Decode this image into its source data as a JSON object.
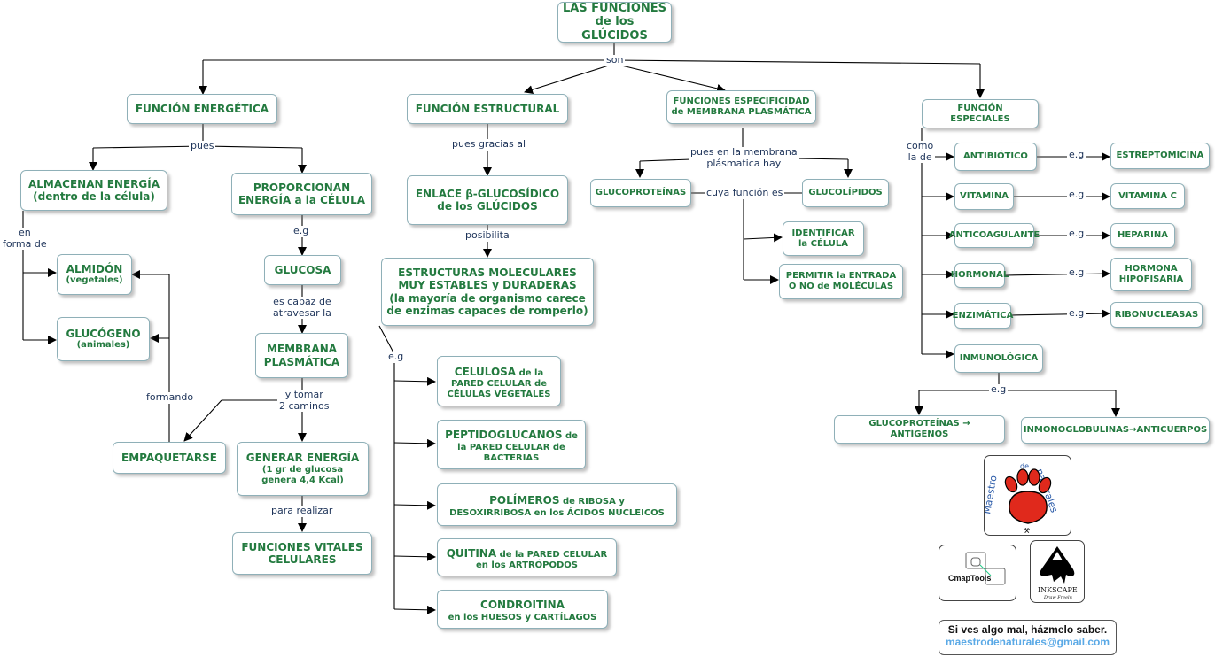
{
  "title": {
    "line1": "LAS FUNCIONES",
    "line2": "de los GLÚCIDOS"
  },
  "branches": {
    "energetica": "FUNCIÓN ENERGÉTICA",
    "estructural": "FUNCIÓN ESTRUCTURAL",
    "membrana": {
      "line1": "FUNCIONES ESPECIFICIDAD",
      "line2": "de MEMBRANA PLASMÁTICA"
    },
    "especiales": "FUNCIÓN ESPECIALES"
  },
  "energetica": {
    "almacenan": {
      "line1": "ALMACENAN ENERGÍA",
      "line2": "(dentro de la célula)"
    },
    "proporcionan": {
      "line1": "PROPORCIONAN",
      "line2": "ENERGÍA a la CÉLULA"
    },
    "almidon": {
      "title": "ALMIDÓN",
      "sub": "(vegetales)"
    },
    "glucogeno": {
      "title": "GLUCÓGENO",
      "sub": "(animales)"
    },
    "glucosa": "GLUCOSA",
    "membrana_plasmatica": {
      "line1": "MEMBRANA",
      "line2": "PLASMÁTICA"
    },
    "empaquetarse": "EMPAQUETARSE",
    "generar": {
      "title": "GENERAR ENERGÍA",
      "sub1": "(1 gr de glucosa",
      "sub2": "genera 4,4 Kcal)"
    },
    "vitales": {
      "line1": "FUNCIONES VITALES",
      "line2": "CELULARES"
    }
  },
  "estructural": {
    "enlace": {
      "line1": "ENLACE β-GLUCOSÍDICO",
      "line2": "de los GLÚCIDOS"
    },
    "estructuras": {
      "line1": "ESTRUCTURAS MOLECULARES",
      "line2": "MUY ESTABLES y DURADERAS",
      "line3": "(la mayoría de organismo carece",
      "line4": "de enzimas capaces de romperlo)"
    },
    "examples": [
      {
        "big1": "CELULOSA",
        "small1": " de la",
        "line2": "PARED CELULAR de",
        "line3": "CÉLULAS VEGETALES"
      },
      {
        "big1": "PEPTIDOGLUCANOS",
        "small1": " de",
        "line2": "la PARED CELULAR de",
        "line3": "BACTERIAS"
      },
      {
        "big1": "POLÍMEROS",
        "small1": " de RIBOSA y",
        "line2": "DESOXIRRIBOSA en los ÁCIDOS NUCLEICOS",
        "line3": ""
      },
      {
        "big1": "QUITINA",
        "small1": " de la PARED CELULAR",
        "line2": "en los ARTRÓPODOS",
        "line3": ""
      },
      {
        "big1": "CONDROITINA",
        "small1": "",
        "line2": "en los HUESOS y CARTÍLAGOS",
        "line3": ""
      }
    ]
  },
  "membrana": {
    "glucoproteinas": "GLUCOPROTEÍNAS",
    "glucolipidos": "GLUCOLÍPIDOS",
    "identificar": {
      "line1": "IDENTIFICAR",
      "line2": "la CÉLULA"
    },
    "permitir": {
      "line1": "PERMITIR la ENTRADA",
      "line2": "O NO de MOLÉCULAS"
    }
  },
  "especiales": {
    "items": [
      {
        "name": "ANTIBIÓTICO",
        "example": "ESTREPTOMICINA"
      },
      {
        "name": "VITAMINA",
        "example": "VITAMINA C"
      },
      {
        "name": "ANTICOAGULANTE",
        "example": "HEPARINA"
      },
      {
        "name": "HORMONAL",
        "example": "HORMONA\nHIPOFISARIA",
        "ex1": "HORMONA",
        "ex2": "HIPOFISARIA"
      },
      {
        "name": "ENZIMÁTICA",
        "example": "RIBONUCLEASAS"
      }
    ],
    "inmunologica": "INMUNOLÓGICA",
    "glucoproteinas_antigenos": "GLUCOPROTEÍNAS → ANTÍGENOS",
    "inmunoglobulinas": "INMONOGLOBULINAS→ANTICUERPOS"
  },
  "links": {
    "son": "son",
    "pues": "pues",
    "en_forma_de": {
      "line1": "en",
      "line2": "forma de"
    },
    "eg": "e.g",
    "es_capaz": {
      "line1": "es capaz de",
      "line2": "atravesar la"
    },
    "y_tomar": {
      "line1": "y tomar",
      "line2": "2 caminos"
    },
    "formando": "formando",
    "para_realizar": "para realizar",
    "pues_gracias": "pues gracias al",
    "posibilita": "posibilita",
    "pues_membrana": {
      "line1": "pues en la membrana",
      "line2": "plásmatica hay"
    },
    "cuya_funcion": "cuya función es",
    "como_la_de": {
      "line1": "como",
      "line2": "la de"
    }
  },
  "logos": {
    "maestro": {
      "word1": "Maestro",
      "word2": "de",
      "word3": "naturales"
    },
    "cmap": "CmapTools",
    "inkscape": {
      "name": "INKSCAPE",
      "tagline": "Draw Freely."
    }
  },
  "feedback": {
    "line1": "Si ves algo mal, házmelo saber.",
    "line2": "maestrodenaturales@gmail.com"
  },
  "colors": {
    "node_text": "#237a3f",
    "node_border": "#8fb0b8",
    "link_text": "#1d3359",
    "line": "#000000",
    "email": "#5aa9e6"
  }
}
